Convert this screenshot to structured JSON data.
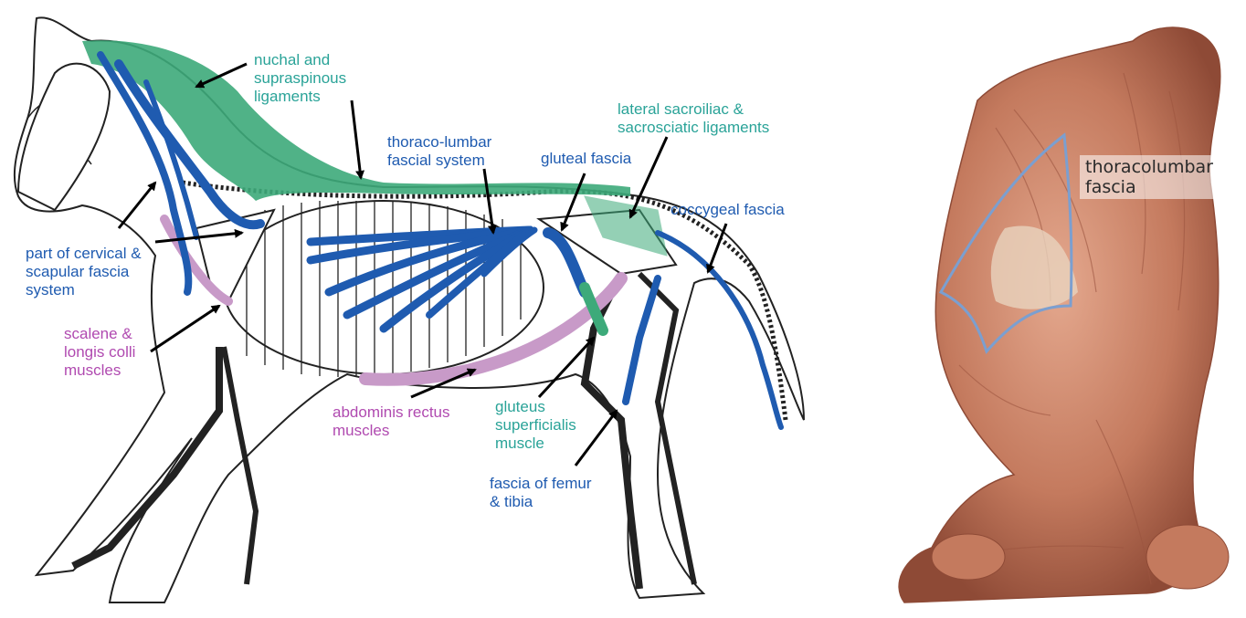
{
  "horse_figure": {
    "labels": {
      "nuchal": "nuchal and\nsupraspinous\nligaments",
      "lateral_sacro": "lateral sacroiliac &\nsacrosciatic ligaments",
      "thoraco_lumbar": "thoraco-lumbar\nfascial system",
      "gluteal": "gluteal fascia",
      "coccygeal": "coccygeal fascia",
      "cervical": "part of cervical &\nscapular fascia\nsystem",
      "scalene": "scalene &\nlongis colli\nmuscles",
      "abdominis": "abdominis rectus\nmuscles",
      "gluteus": "gluteus\nsuperficialis\nmuscle",
      "femur": "fascia of femur\n& tibia"
    },
    "colors": {
      "ligament_green": "#3daa7a",
      "fascia_blue": "#1f5bb0",
      "muscle_purple": "#c89ac8",
      "outline": "#222222"
    }
  },
  "human_figure": {
    "label": "thoracolumbar\nfascia",
    "colors": {
      "outline_blue": "#7b9fd0",
      "muscle_red": "#b5674f",
      "tendon_light": "#e8d3be"
    }
  }
}
